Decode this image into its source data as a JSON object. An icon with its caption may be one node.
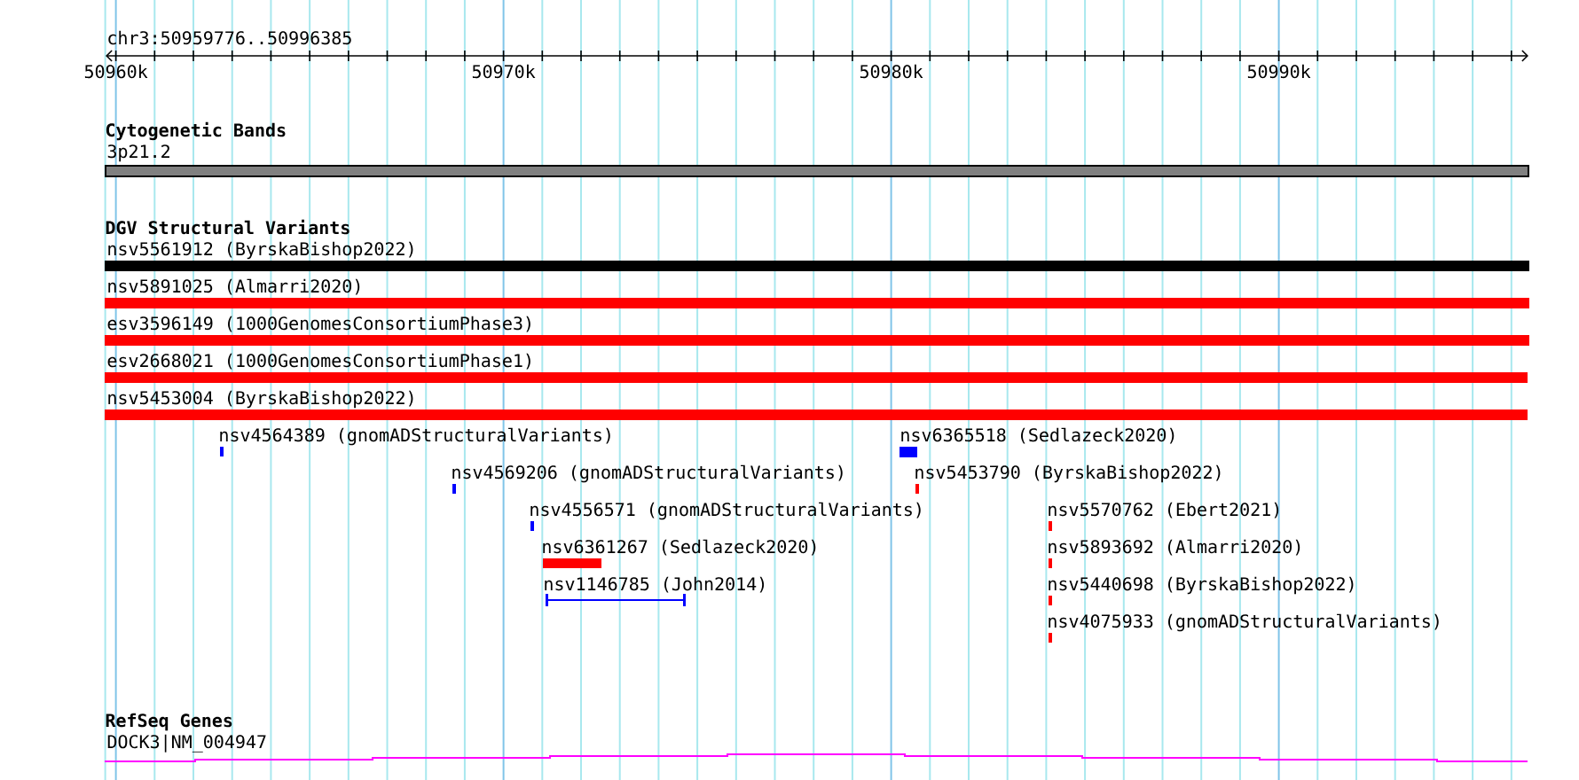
{
  "diagram": {
    "nodes": [
      {
        "text": [
          "3p21.2"
        ]
      },
      {
        "text": [
          "nsv5561912 (ByrskaBishop2022)"
        ]
      },
      {
        "text": [
          "nsv5891025 (Almarri2020)"
        ]
      },
      {
        "text": [
          "esv3596149 (1000GenomesConsortiumPhase3)"
        ]
      },
      {
        "text": [
          "esv2668021 (1000GenomesConsortiumPhase1)"
        ]
      },
      {
        "text": [
          "nsv5453004 (ByrskaBishop2022)"
        ]
      },
      {
        "text": [
          "nsv4564389 (gnomADStructuralVariants)"
        ]
      },
      {
        "text": [
          "nsv6365518 (Sedlazeck2020)"
        ]
      },
      {
        "text": [
          "nsv4569206 (gnomADStructuralVariants)"
        ]
      },
      {
        "text": [
          "nsv5453790 (ByrskaBishop2022)"
        ]
      },
      {
        "text": [
          "nsv4556571 (gnomADStructuralVariants)"
        ]
      },
      {
        "text": [
          "nsv5570762 (Ebert2021)"
        ]
      },
      {
        "text": [
          "nsv6361267 (Sedlazeck2020)"
        ]
      },
      {
        "text": [
          "nsv5893692 (Almarri2020)"
        ]
      },
      {
        "text": [
          "nsv1146785 (John2014)"
        ]
      },
      {
        "text": [
          "nsv5440698 (ByrskaBishop2022)"
        ]
      },
      {
        "text": [
          "nsv4075933 (gnomADStructuralVariants)"
        ]
      },
      {
        "text": [
          "DOCK3|NM_004947"
        ]
      }
    ],
    "labels": [
      "chr3:50959776..50996385",
      "50960k",
      "50970k",
      "50980k",
      "50990k",
      "Cytogenetic Bands",
      "DGV Structural Variants",
      "RefSeq Genes"
    ]
  }
}
